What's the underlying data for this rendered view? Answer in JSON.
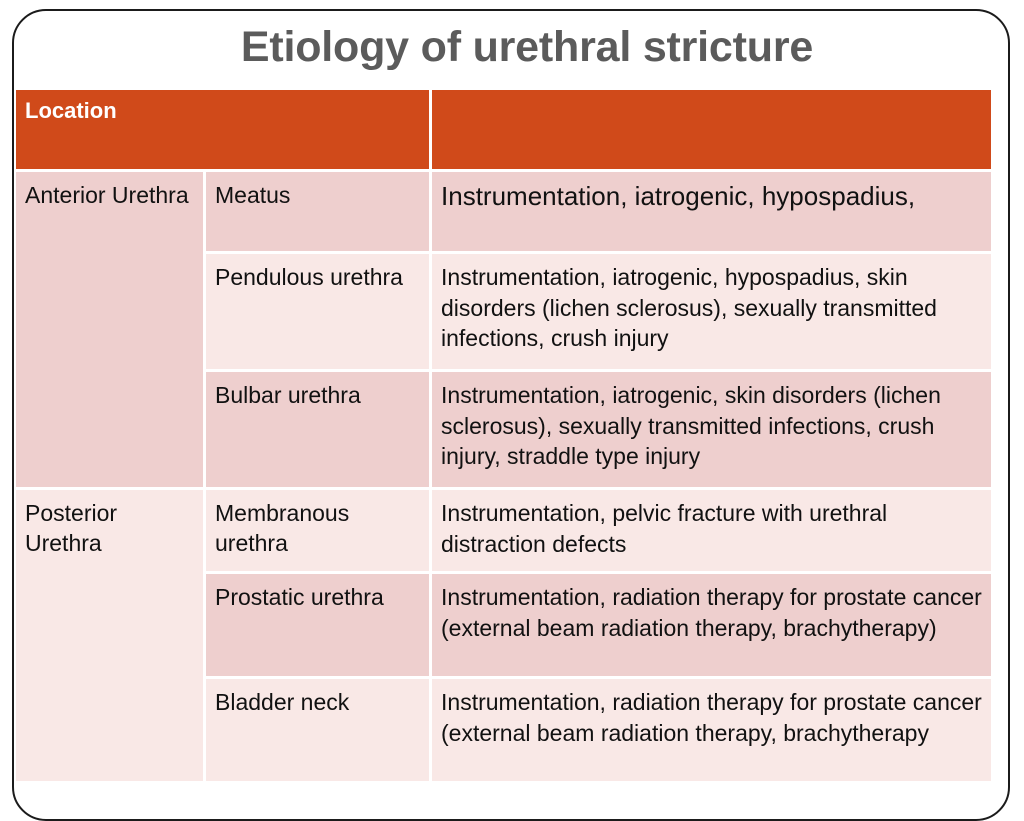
{
  "slide": {
    "title": "Etiology of urethral stricture",
    "title_color": "#5b5b5b",
    "background": "#ffffff",
    "frame_border_color": "#1b1b1b"
  },
  "table": {
    "accent_color": "#d04a1a",
    "row_color_dark": "#eecfce",
    "row_color_light": "#f9e8e6",
    "grid_color": "#ffffff",
    "header": {
      "col1": "Location",
      "col2": ""
    },
    "groups": [
      {
        "location": "Anterior Urethra",
        "location_bg": "dark",
        "rows": [
          {
            "part": "Meatus",
            "causes": "Instrumentation, iatrogenic, hypospadius,",
            "bg": "dark",
            "emphasis": "large"
          },
          {
            "part": "Pendulous urethra",
            "causes": "Instrumentation, iatrogenic, hypospadius, skin disorders (lichen sclerosus), sexually transmitted infections, crush injury",
            "bg": "light",
            "emphasis": "normal"
          },
          {
            "part": "Bulbar urethra",
            "causes": "Instrumentation, iatrogenic, skin disorders (lichen sclerosus), sexually transmitted infections, crush injury, straddle type injury",
            "bg": "dark",
            "emphasis": "normal"
          }
        ]
      },
      {
        "location": "Posterior Urethra",
        "location_bg": "light",
        "rows": [
          {
            "part": "Membranous urethra",
            "causes": "Instrumentation, pelvic fracture with urethral distraction defects",
            "bg": "light",
            "emphasis": "normal"
          },
          {
            "part": "Prostatic urethra",
            "causes": "Instrumentation, radiation therapy for prostate cancer (external beam radiation therapy, brachytherapy)",
            "bg": "dark",
            "emphasis": "normal"
          },
          {
            "part": "Bladder neck",
            "causes": "Instrumentation, radiation therapy for prostate cancer (external beam radiation therapy, brachytherapy",
            "bg": "light",
            "emphasis": "normal"
          }
        ]
      }
    ]
  }
}
